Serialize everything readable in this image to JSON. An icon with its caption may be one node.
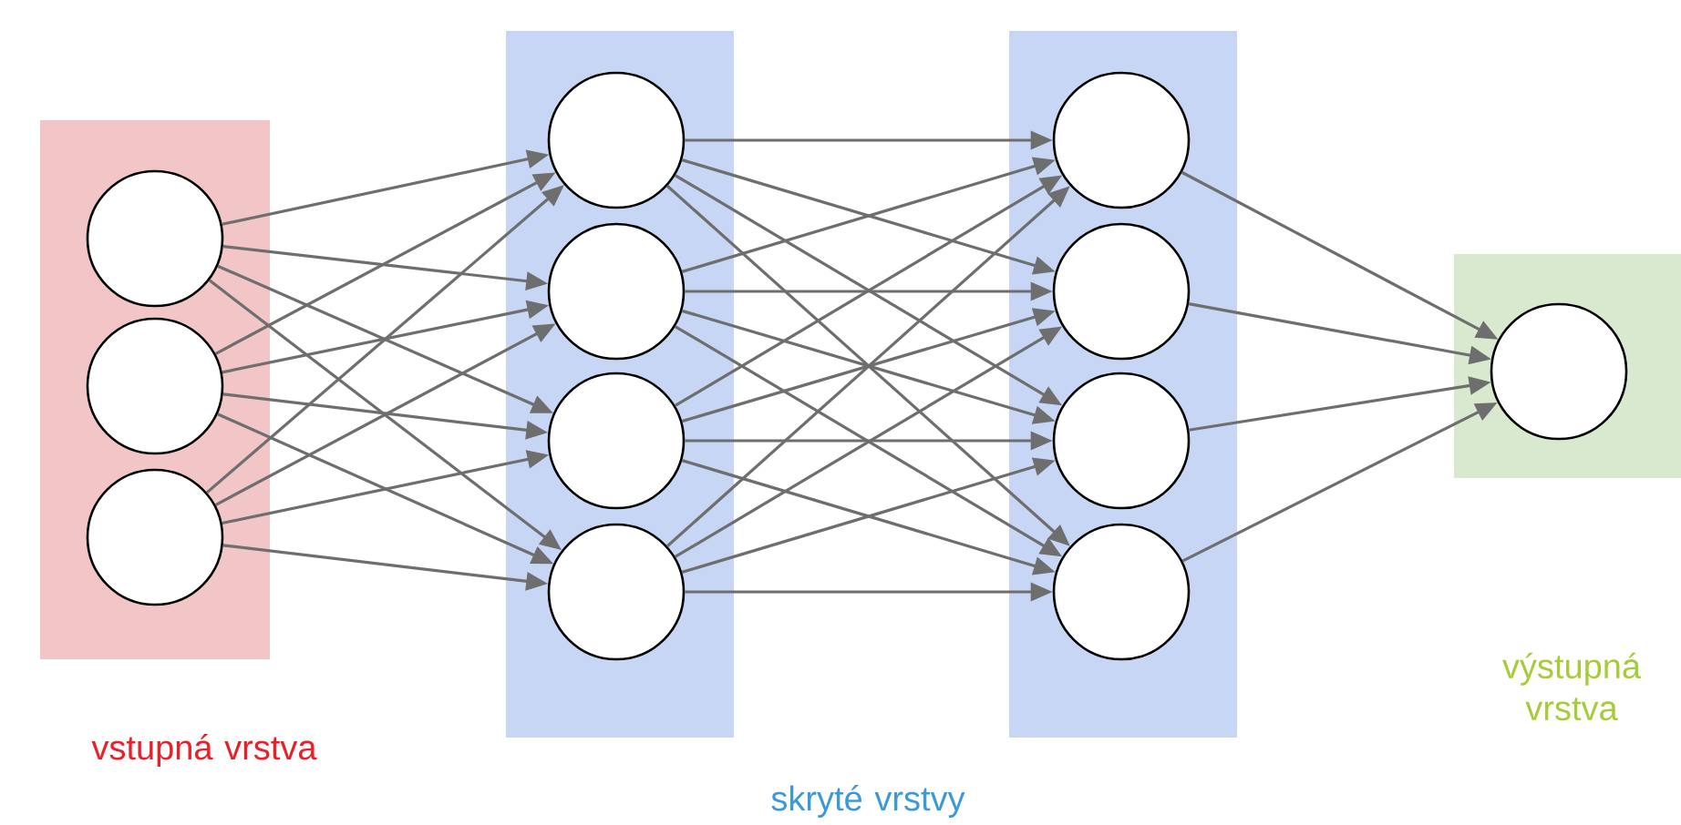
{
  "diagram": {
    "nodes": [
      {
        "text": [
          "vstupná vrstva"
        ]
      },
      {
        "text": [],
        "shape": "circle",
        "in": 0
      },
      {
        "text": [],
        "shape": "circle",
        "in": 0
      },
      {
        "text": [],
        "shape": "circle",
        "in": 0
      },
      {
        "text": [],
        "shape": "box"
      },
      {
        "text": [],
        "shape": "circle",
        "in": 4
      },
      {
        "text": [],
        "shape": "circle",
        "in": 4
      },
      {
        "text": [],
        "shape": "circle",
        "in": 4
      },
      {
        "text": [],
        "shape": "circle",
        "in": 4
      },
      {
        "text": [],
        "shape": "box"
      },
      {
        "text": [],
        "shape": "circle",
        "in": 9
      },
      {
        "text": [],
        "shape": "circle",
        "in": 9
      },
      {
        "text": [],
        "shape": "circle",
        "in": 9
      },
      {
        "text": [],
        "shape": "circle",
        "in": 9
      },
      {
        "text": [],
        "shape": "box"
      },
      {
        "text": [],
        "shape": "circle",
        "in": 14
      }
    ],
    "edges": [
      {
        "from": 1,
        "to": 5,
        "arrow": "to"
      },
      {
        "from": 1,
        "to": 6,
        "arrow": "to"
      },
      {
        "from": 1,
        "to": 7,
        "arrow": "to"
      },
      {
        "from": 1,
        "to": 8,
        "arrow": "to"
      },
      {
        "from": 2,
        "to": 5,
        "arrow": "to"
      },
      {
        "from": 2,
        "to": 6,
        "arrow": "to"
      },
      {
        "from": 2,
        "to": 7,
        "arrow": "to"
      },
      {
        "from": 2,
        "to": 8,
        "arrow": "to"
      },
      {
        "from": 3,
        "to": 5,
        "arrow": "to"
      },
      {
        "from": 3,
        "to": 6,
        "arrow": "to"
      },
      {
        "from": 3,
        "to": 7,
        "arrow": "to"
      },
      {
        "from": 3,
        "to": 8,
        "arrow": "to"
      },
      {
        "from": 5,
        "to": 10,
        "arrow": "to"
      },
      {
        "from": 5,
        "to": 11,
        "arrow": "to"
      },
      {
        "from": 5,
        "to": 12,
        "arrow": "to"
      },
      {
        "from": 5,
        "to": 13,
        "arrow": "to"
      },
      {
        "from": 6,
        "to": 10,
        "arrow": "to"
      },
      {
        "from": 6,
        "to": 11,
        "arrow": "to"
      },
      {
        "from": 6,
        "to": 12,
        "arrow": "to"
      },
      {
        "from": 6,
        "to": 13,
        "arrow": "to"
      },
      {
        "from": 7,
        "to": 10,
        "arrow": "to"
      },
      {
        "from": 7,
        "to": 11,
        "arrow": "to"
      },
      {
        "from": 7,
        "to": 12,
        "arrow": "to"
      },
      {
        "from": 7,
        "to": 13,
        "arrow": "to"
      },
      {
        "from": 8,
        "to": 10,
        "arrow": "to"
      },
      {
        "from": 8,
        "to": 11,
        "arrow": "to"
      },
      {
        "from": 8,
        "to": 12,
        "arrow": "to"
      },
      {
        "from": 8,
        "to": 13,
        "arrow": "to"
      },
      {
        "from": 10,
        "to": 15,
        "arrow": "to"
      },
      {
        "from": 11,
        "to": 15,
        "arrow": "to"
      },
      {
        "from": 12,
        "to": 15,
        "arrow": "to"
      },
      {
        "from": 13,
        "to": 15,
        "arrow": "to"
      }
    ],
    "labels": [
      "výstupná vrstva",
      "skryté vrstvy"
    ]
  }
}
